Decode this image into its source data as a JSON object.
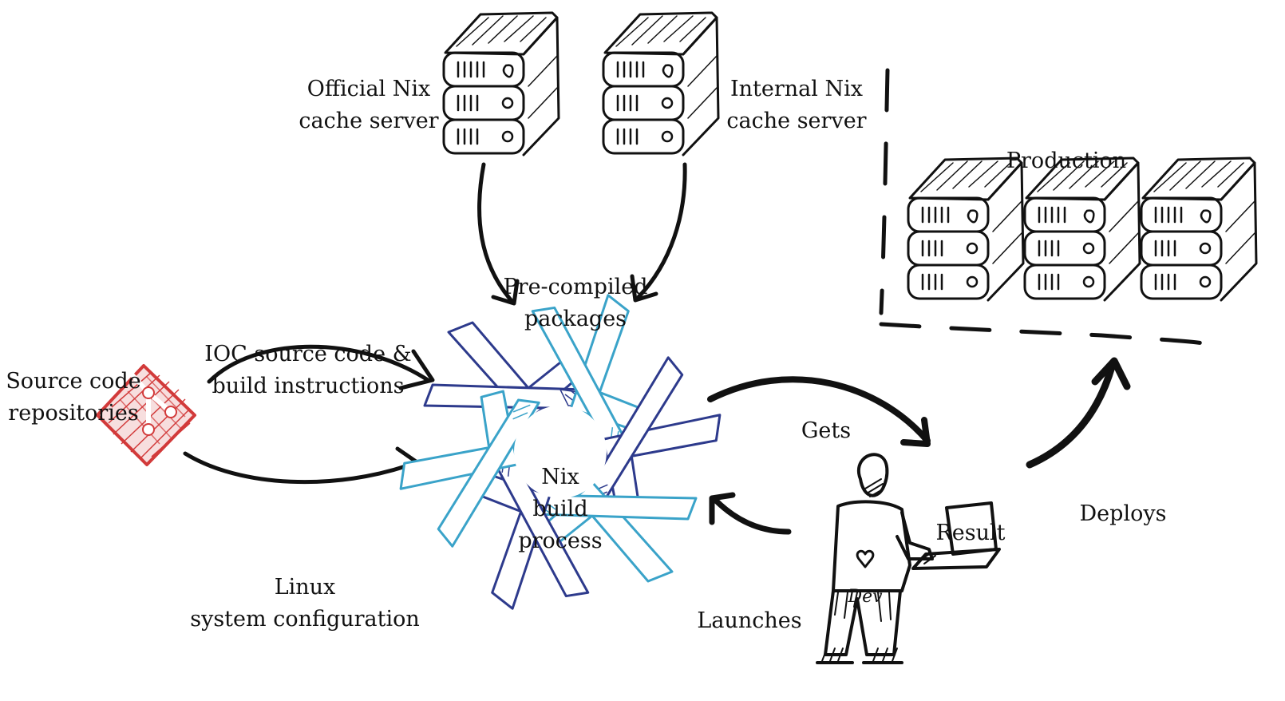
{
  "labels": {
    "official_cache": [
      "Official Nix",
      "cache server"
    ],
    "internal_cache": [
      "Internal Nix",
      "cache server"
    ],
    "production": "Production",
    "precompiled": [
      "Pre-compiled",
      "packages"
    ],
    "ioc_source": [
      "IOC source code &",
      "build instructions"
    ],
    "source_repos": [
      "Source code",
      "repositories"
    ],
    "linux_config": [
      "Linux",
      "system configuration"
    ],
    "nix_process": [
      "Nix",
      "build",
      "process"
    ],
    "gets": "Gets",
    "result": "Result",
    "deploys": "Deploys",
    "launches": "Launches",
    "dev_shirt": "Dev"
  },
  "colors": {
    "ink": "#111111",
    "git_red": "#d23a3a",
    "nix_dark": "#2d3a8c",
    "nix_light": "#3aa3c9"
  },
  "icons": {
    "server": "server-stack-icon",
    "git": "git-logo-icon",
    "nix": "nix-snowflake-icon",
    "developer": "developer-with-laptop-icon"
  }
}
